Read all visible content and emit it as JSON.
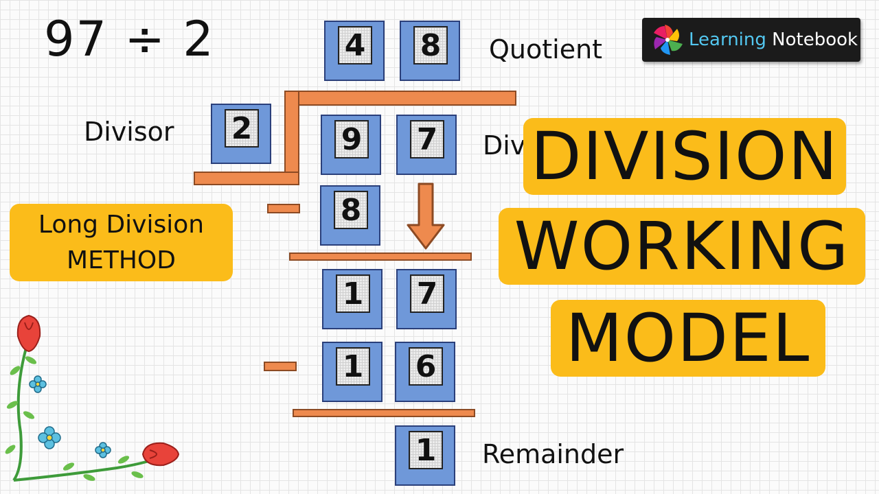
{
  "equation": "97 ÷ 2",
  "labels": {
    "quotient": "Quotient",
    "divisor": "Divisor",
    "dividend": "Dividend",
    "remainder": "Remainder"
  },
  "method_badge": {
    "line1": "Long Division",
    "line2": "METHOD"
  },
  "title": {
    "line1": "DIVISION",
    "line2": "WORKING",
    "line3": "MODEL"
  },
  "brand": {
    "part1": "Learning",
    "part2": "Notebook"
  },
  "digits": {
    "quotient": [
      "4",
      "8"
    ],
    "divisor": "2",
    "dividend": [
      "9",
      "7"
    ],
    "subtract1": "8",
    "middle": [
      "1",
      "7"
    ],
    "subtract2": [
      "1",
      "6"
    ],
    "remainder": "1"
  },
  "colors": {
    "tile_blue": "#6f98d9",
    "bar_orange": "#ee8a4e",
    "badge_yellow": "#fbbc1a",
    "brand_bg": "#1b1b1b"
  },
  "icons": [
    "pinwheel-logo-icon",
    "down-arrow-icon",
    "floral-corner-decoration"
  ]
}
